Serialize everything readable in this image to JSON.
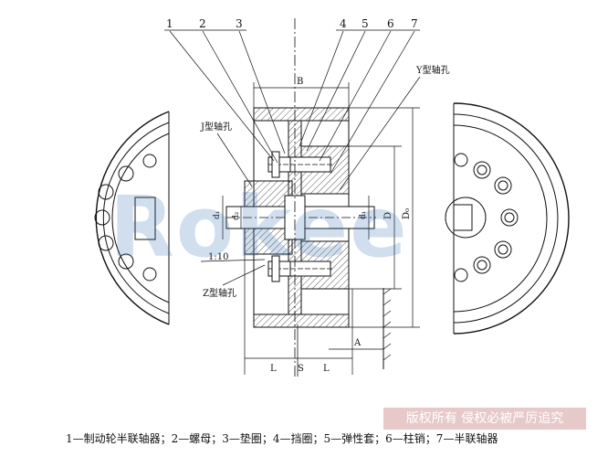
{
  "part_numbers": [
    "1",
    "2",
    "3",
    "4",
    "5",
    "6",
    "7"
  ],
  "labels": {
    "y_bore": "Y型轴孔",
    "j_bore": "J型轴孔",
    "z_bore": "Z型轴孔",
    "taper": "1:10"
  },
  "dimensions": {
    "B": "B",
    "L_left": "L",
    "S": "S",
    "L_right": "L",
    "A": "A",
    "D": "D",
    "D0": "D₀",
    "d1": "d₁",
    "dz": "d₂",
    "d1_right": "d₁"
  },
  "watermark": "Rokee",
  "copyright_banner": "版权所有 侵权必被严厉追究",
  "caption": "1—制动轮半联轴器；2—螺母；3—垫圈；4—挡圈；5—弹性套；6—柱销；7—半联轴器",
  "colors": {
    "line": "#111111",
    "watermark": "#2e6db4",
    "banner_bg": "#e7c9c9"
  }
}
